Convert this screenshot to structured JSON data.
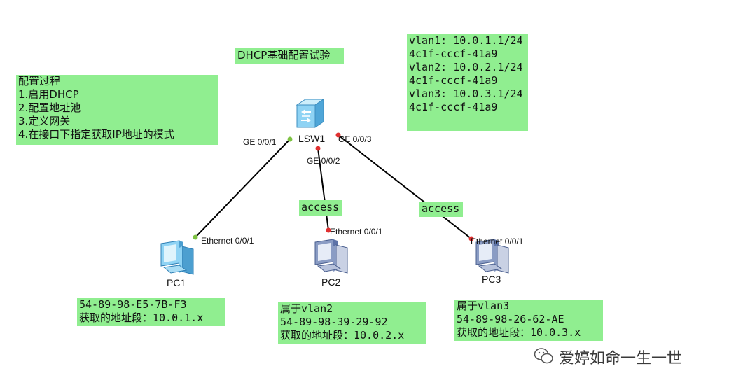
{
  "title": "DHCP基础配置试验",
  "steps": [
    "配置过程",
    "1.启用DHCP",
    "2.配置地址池",
    "3.定义网关",
    "4.在接口下指定获取IP地址的模式"
  ],
  "vlan_info": [
    "vlan1: 10.0.1.1/24",
    "4c1f-cccf-41a9",
    "vlan2: 10.0.2.1/24",
    "4c1f-cccf-41a9",
    "vlan3: 10.0.3.1/24",
    "4c1f-cccf-41a9"
  ],
  "switch": {
    "name": "LSW1",
    "ports": {
      "p1": "GE 0/0/1",
      "p2": "GE 0/0/2",
      "p3": "GE 0/0/3"
    }
  },
  "links": [
    {
      "from_port": "GE 0/0/1",
      "to": "PC1",
      "to_port": "Ethernet 0/0/1",
      "mode": ""
    },
    {
      "from_port": "GE 0/0/2",
      "to": "PC2",
      "to_port": "Ethernet 0/0/1",
      "mode": "access"
    },
    {
      "from_port": "GE 0/0/3",
      "to": "PC3",
      "to_port": "Ethernet 0/0/1",
      "mode": "access"
    }
  ],
  "pcs": [
    {
      "name": "PC1",
      "port": "Ethernet 0/0/1",
      "note": [
        "54-89-98-E5-7B-F3",
        "获取的地址段：10.0.1.x"
      ]
    },
    {
      "name": "PC2",
      "port": "Ethernet 0/0/1",
      "note": [
        "属于vlan2",
        "54-89-98-39-29-92",
        "获取的地址段：10.0.2.x"
      ]
    },
    {
      "name": "PC3",
      "port": "Ethernet 0/0/1",
      "note": [
        "属于vlan3",
        "54-89-98-26-62-AE",
        "获取的地址段：10.0.3.x"
      ]
    }
  ],
  "watermark": "爱婷如命一生一世",
  "colors": {
    "note_bg": "#90ee90",
    "port_up": "#7dc242",
    "port_down": "#e03030",
    "link": "#000000",
    "device": "#7fc8ef"
  }
}
